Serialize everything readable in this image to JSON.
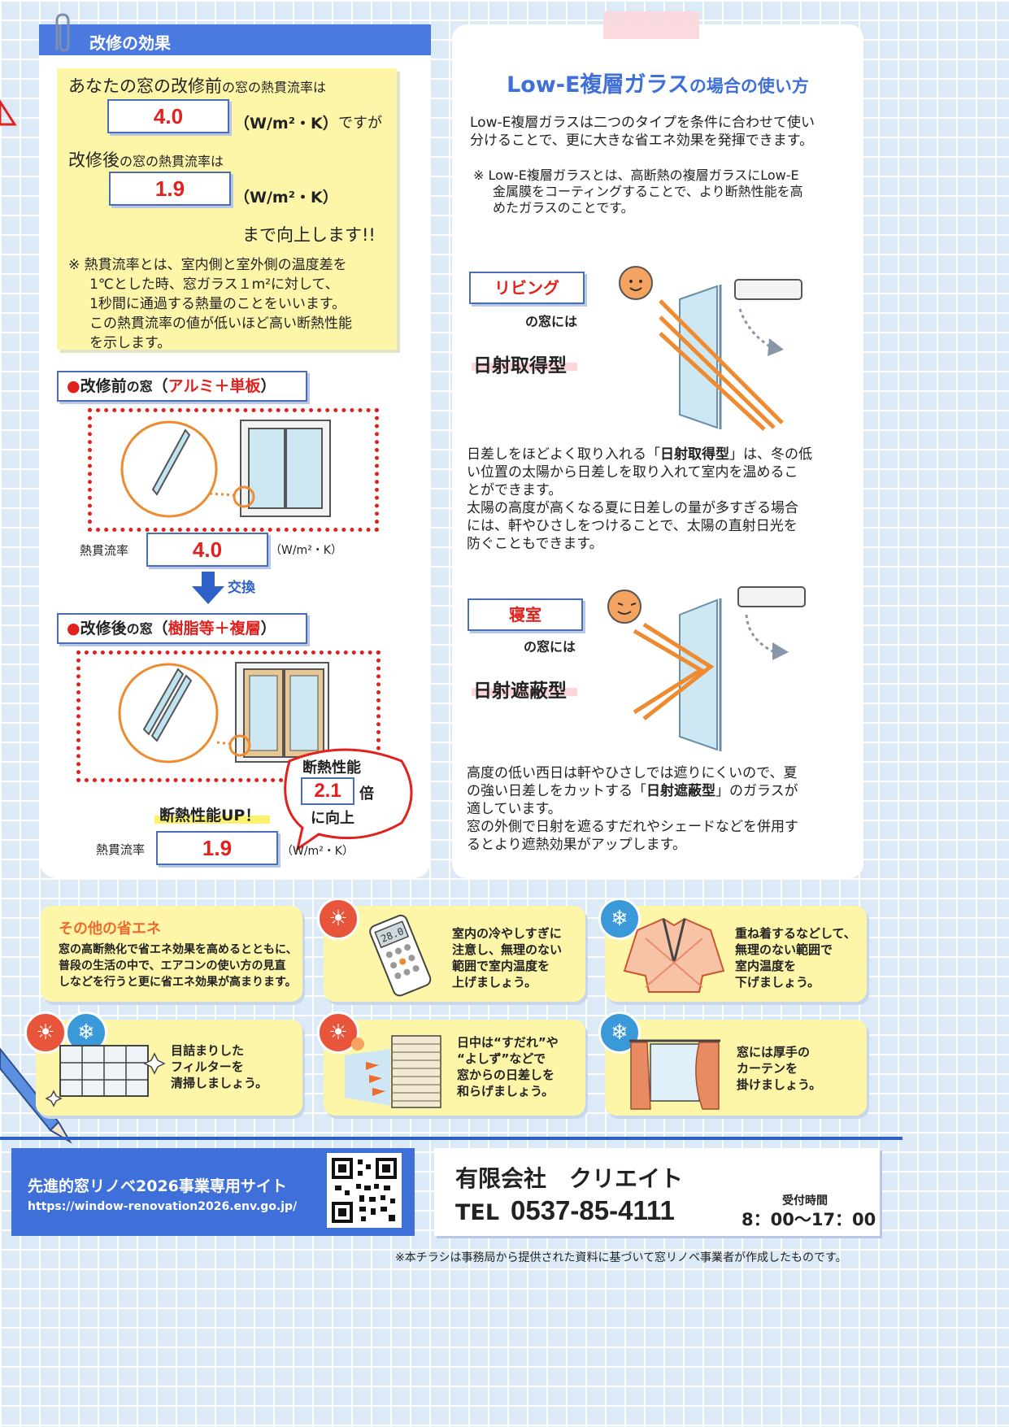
{
  "left": {
    "header": "改修の効果",
    "yellow_box": {
      "line1_big": "あなたの窓の改修前",
      "line1_small": "の窓の熱貫流率は",
      "before_value": "4.0",
      "unit": "（W/m²・K）",
      "desuga": "ですが",
      "line2_big": "改修後",
      "line2_small": "の窓の熱貫流率は",
      "after_value": "1.9",
      "unit2": "（W/m²・K）",
      "improve": "まで向上します!!",
      "note_l1": "※ 熱貫流率とは、室内側と室外側の温度差を",
      "note_l2": "1℃とした時、窓ガラス１m²に対して、",
      "note_l3": "1秒間に通過する熱量のことをいいます。",
      "note_l4": "この熱貫流率の値が低いほど高い断熱性能",
      "note_l5": "を示します。"
    },
    "before": {
      "title_a": "改修前",
      "title_b": "の窓",
      "title_paren_open": "（",
      "title_red": "アルミ＋単板",
      "title_paren_close": "）",
      "rate_label": "熱貫流率",
      "value": "4.0",
      "unit": "（W/m²・K）"
    },
    "exchange": "交換",
    "after": {
      "title_a": "改修後",
      "title_b": "の窓",
      "title_paren_open": "（",
      "title_red": "樹脂等＋複層",
      "title_paren_close": "）",
      "rate_label": "熱貫流率",
      "value": "1.9",
      "unit": "（W/m²・K）",
      "bubble_l1": "断熱性能",
      "bubble_value": "2.1",
      "bubble_bai": "倍",
      "bubble_l3": "に向上",
      "up_label": "断熱性能UP！"
    }
  },
  "right": {
    "title_blue": "Low-E複層ガラス",
    "title_rest": "の場合の使い方",
    "intro_l1": "Low-E複層ガラスは二つのタイプを条件に合わせて使い",
    "intro_l2": "分けることで、更に大きな省エネ効果を発揮できます。",
    "note_l1": "※ Low-E複層ガラスとは、高断熱の複層ガラスにLow-E",
    "note_l2": "金属膜をコーティングすることで、より断熱性能を高",
    "note_l3": "めたガラスのことです。",
    "living": {
      "room": "リビング",
      "suffix": "の窓には",
      "type": "日射取得型",
      "text_l1a": "日差しをほどよく取り入れる「",
      "text_l1b": "日射取得型",
      "text_l1c": "」は、冬の低",
      "text_l2": "い位置の太陽から日差しを取り入れて室内を温めるこ",
      "text_l3": "とができます。",
      "text_l4": "太陽の高度が高くなる夏に日差しの量が多すぎる場合",
      "text_l5": "には、軒やひさしをつけることで、太陽の直射日光を",
      "text_l6": "防ぐこともできます。"
    },
    "bedroom": {
      "room": "寝室",
      "suffix": "の窓には",
      "type": "日射遮蔽型",
      "text_l1": "高度の低い西日は軒やひさしでは遮りにくいので、夏",
      "text_l2a": "の強い日差しをカットする「",
      "text_l2b": "日射遮蔽型",
      "text_l2c": "」のガラスが",
      "text_l3": "適しています。",
      "text_l4": "窓の外側で日射を遮るすだれやシェードなどを併用す",
      "text_l5": "るとより遮熱効果がアップします。"
    }
  },
  "tips": {
    "other_title": "その他の省エネ",
    "other_l1": "窓の高断熱化で省エネ効果を高めるとともに、",
    "other_l2": "普段の生活の中で、エアコンの使い方の見直",
    "other_l3": "しなどを行うと更に省エネ効果が高まります。",
    "ac": [
      "室内の冷やしすぎに",
      "注意し、無理のない",
      "範囲で室内温度を",
      "上げましょう。"
    ],
    "clothes": [
      "重ね着するなどして、",
      "無理のない範囲で",
      "室内温度を",
      "下げましょう。"
    ],
    "filter": [
      "目詰まりした",
      "フィルターを",
      "清掃しましょう。"
    ],
    "sudare": [
      "日中は“すだれ”や",
      "“よしず”などで",
      "窓からの日差しを",
      "和らげましょう。"
    ],
    "curtain": [
      "窓には厚手の",
      "カーテンを",
      "掛けましょう。"
    ],
    "remote_display": "28.0"
  },
  "footer": {
    "site_title": "先進的窓リノベ2026事業専用サイト",
    "site_url": "https://window-renovation2026.env.go.jp/",
    "company": "有限会社　クリエイト",
    "tel_label": "TEL",
    "tel": "0537-85-4111",
    "hours_label": "受付時間",
    "hours": "8：00～17：00",
    "disclaimer": "※本チラシは事務局から提供された資料に基づいて窓リノベ事業者が作成したものです。"
  },
  "colors": {
    "accent_blue": "#4a6db8",
    "header_blue": "#3f6fd8",
    "red": "#e0211d",
    "orange": "#ee8a2f",
    "yellow": "#fdf6a8"
  }
}
